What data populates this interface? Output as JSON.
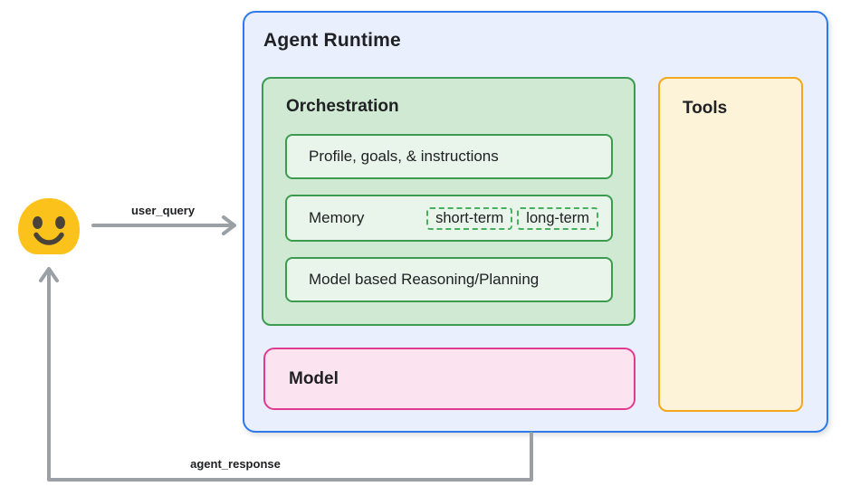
{
  "agent_runtime": {
    "title": "Agent Runtime"
  },
  "orchestration": {
    "title": "Orchestration",
    "profile": "Profile, goals, & instructions",
    "memory_label": "Memory",
    "memory_chips": [
      "short-term",
      "long-term"
    ],
    "reasoning": "Model based Reasoning/Planning"
  },
  "model": {
    "label": "Model"
  },
  "tools": {
    "label": "Tools"
  },
  "flows": {
    "user_query_label": "user_query",
    "agent_response_label": "agent_response"
  },
  "icons": {
    "user": "smiley-blob-emoji"
  },
  "colors": {
    "text": "#202124",
    "runtime_fill": "#e9effc",
    "runtime_border": "#2e79ec",
    "orch_fill": "#cfe9d2",
    "green_border": "#3d9b50",
    "inner_fill": "#e9f5ea",
    "chip_border": "#46b05e",
    "model_fill": "#fbe4f0",
    "model_border": "#e23a90",
    "tools_fill": "#fdf3d8",
    "tools_border": "#f4a81d",
    "arrow": "#9aa0a6",
    "emoji_yellow": "#fcc21c",
    "emoji_features": "#4a4339"
  }
}
